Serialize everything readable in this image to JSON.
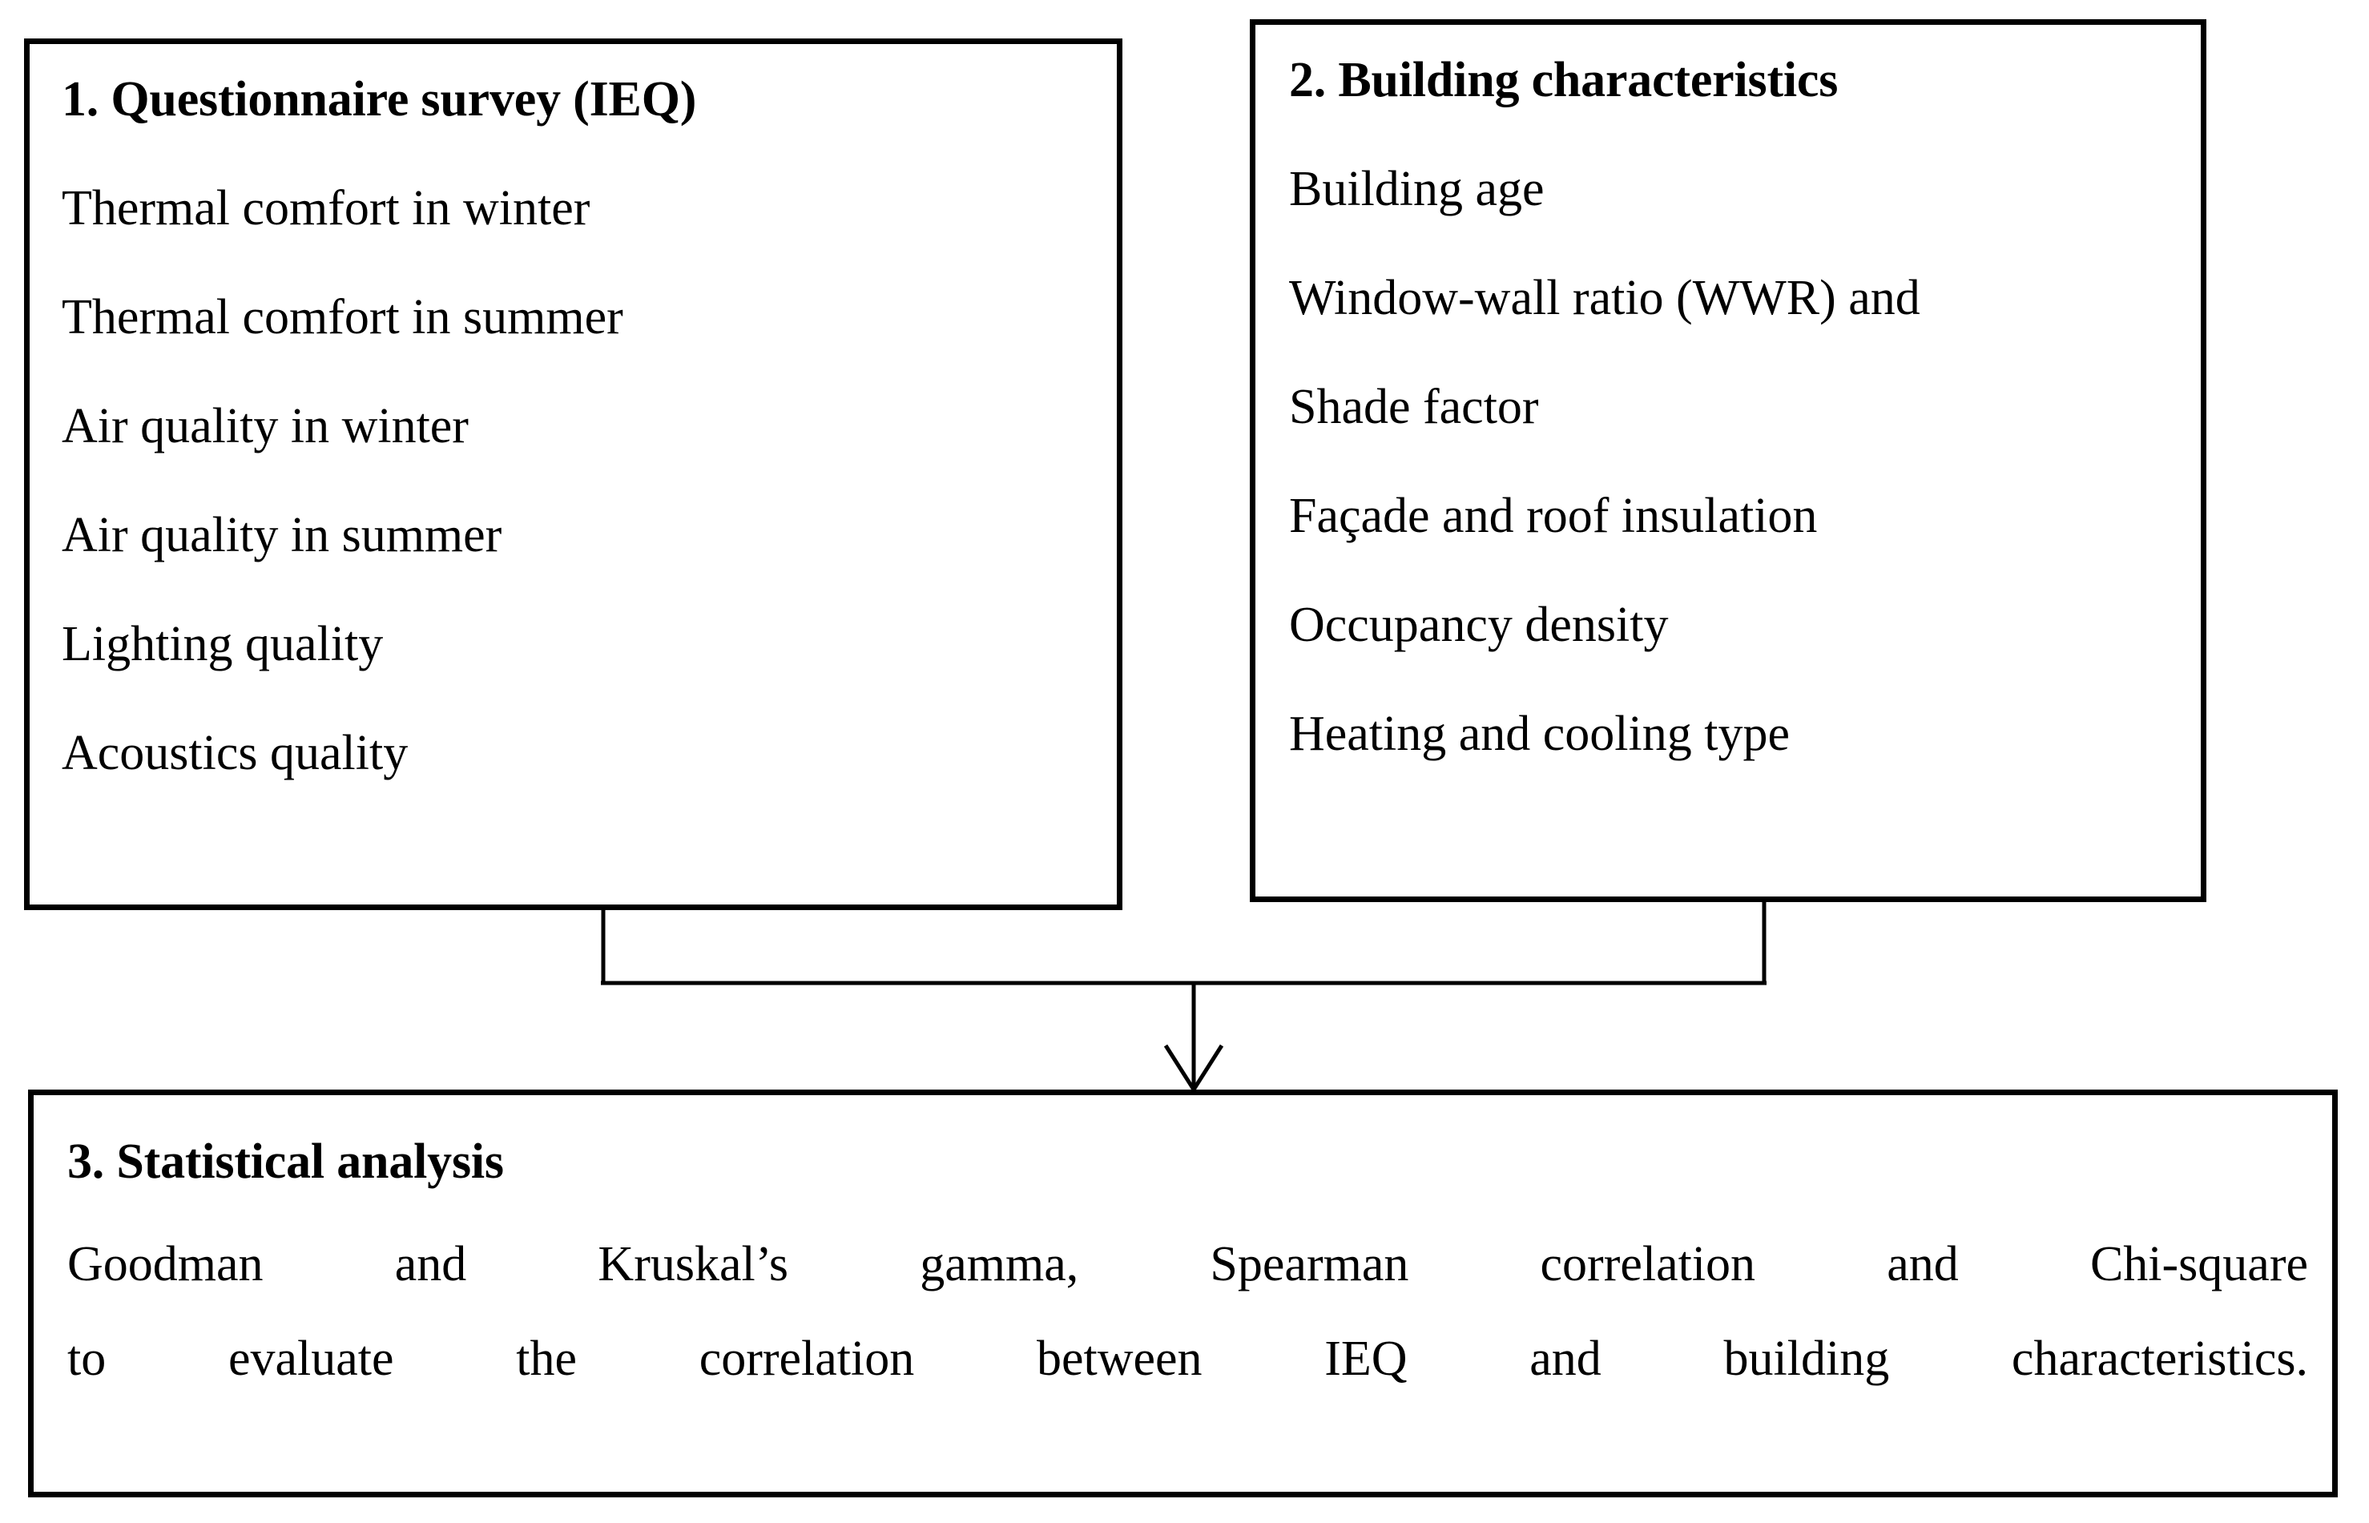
{
  "diagram": {
    "title": "Research methodology flow diagram",
    "background_color": "#ffffff",
    "line_color": "#000000"
  },
  "boxes": {
    "questionnaire": {
      "title": "1. Questionnaire survey (IEQ)",
      "items": [
        "Thermal comfort in winter",
        "Thermal comfort in summer",
        "Air quality in winter",
        "Air quality in summer",
        "Lighting quality",
        "Acoustics quality"
      ]
    },
    "building": {
      "title": "2. Building characteristics",
      "items": [
        "Building age",
        "Window-wall ratio (WWR) and",
        "Shade factor",
        "Façade and roof insulation",
        "Occupancy density",
        "Heating and cooling type"
      ]
    },
    "statistical": {
      "title": "3. Statistical analysis",
      "body_line_1": "Goodman and Kruskal’s gamma, Spearman correlation and Chi-square",
      "body_line_2": "to evaluate the correlation between IEQ and building characteristics."
    }
  },
  "connector": {
    "label": "merge-arrow-down"
  }
}
